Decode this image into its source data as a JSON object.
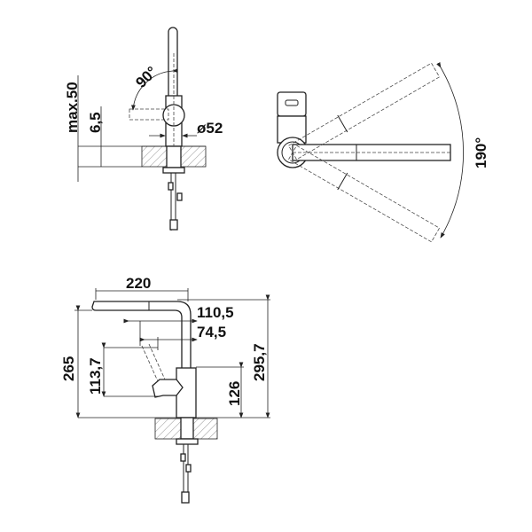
{
  "side_view_top": {
    "dimensions": {
      "max_height": "max.50",
      "thickness": "6,5",
      "diameter": "ø52",
      "lever_angle": "90°"
    }
  },
  "top_view": {
    "dimensions": {
      "swivel_angle": "190°"
    }
  },
  "side_view_bottom": {
    "dimensions": {
      "reach": "220",
      "offset_1": "110,5",
      "offset_2": "74,5",
      "spout_height": "265",
      "lever_height": "113,7",
      "body_height": "126",
      "total_height": "295,7"
    }
  },
  "colors": {
    "line": "#222222",
    "background": "#ffffff"
  }
}
